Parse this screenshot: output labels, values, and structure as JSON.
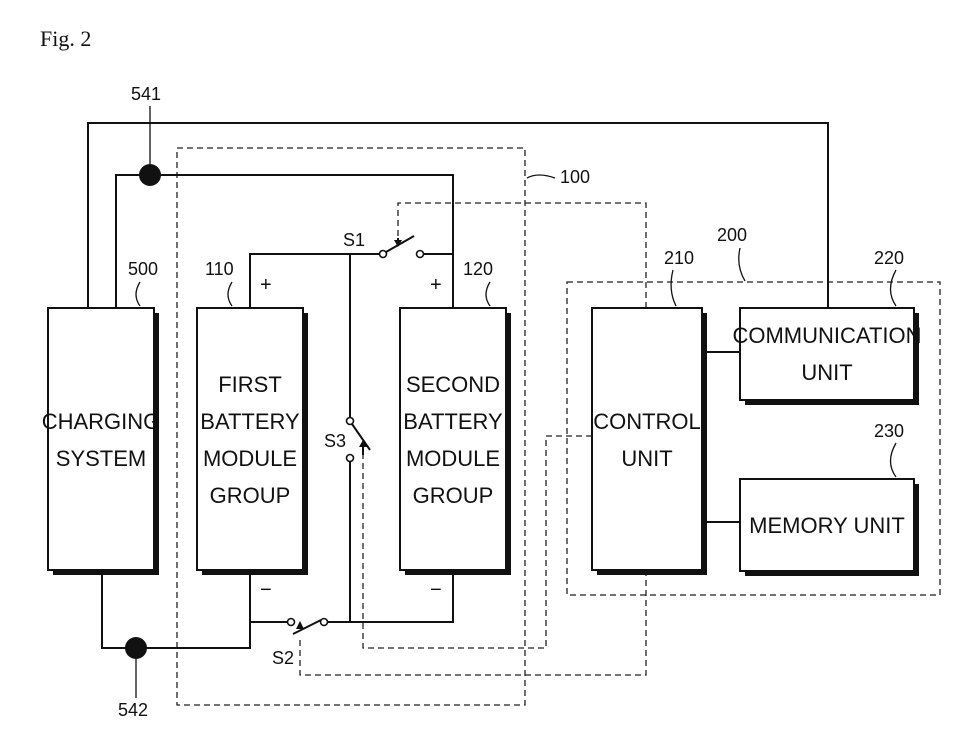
{
  "figure": {
    "title": "Fig. 2"
  },
  "blocks": {
    "charging_system": {
      "lines": [
        "CHARGING",
        "SYSTEM"
      ],
      "ref": "500"
    },
    "first_battery": {
      "lines": [
        "FIRST",
        "BATTERY",
        "MODULE",
        "GROUP"
      ],
      "ref": "110"
    },
    "second_battery": {
      "lines": [
        "SECOND",
        "BATTERY",
        "MODULE",
        "GROUP"
      ],
      "ref": "120"
    },
    "control_unit": {
      "lines": [
        "CONTROL",
        "UNIT"
      ],
      "ref": "210"
    },
    "communication_unit": {
      "lines": [
        "COMMUNICATION",
        "UNIT"
      ],
      "ref": "220"
    },
    "memory_unit": {
      "lines": [
        "MEMORY UNIT"
      ],
      "ref": "230"
    }
  },
  "groups": {
    "battery_pack": {
      "ref": "100"
    },
    "controller": {
      "ref": "200"
    }
  },
  "nodes": {
    "top": "541",
    "bottom": "542"
  },
  "switches": {
    "s1": "S1",
    "s2": "S2",
    "s3": "S3"
  },
  "polarity": {
    "plus": "+",
    "minus": "−"
  }
}
